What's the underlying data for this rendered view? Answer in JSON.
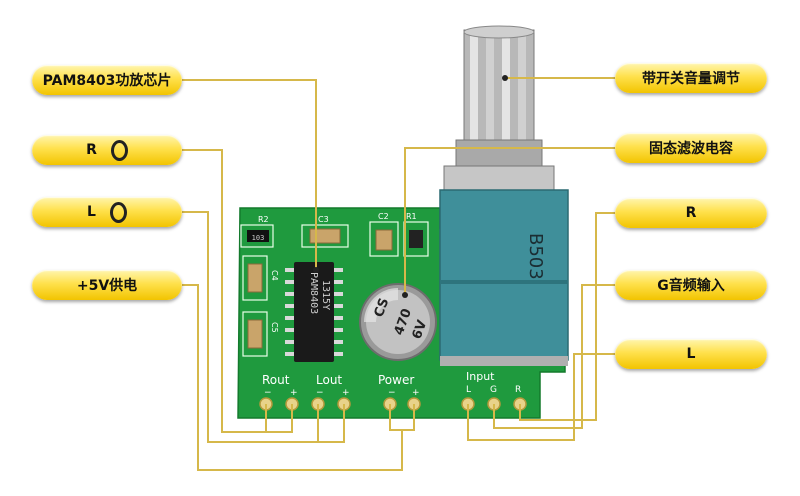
{
  "callouts_left": [
    {
      "label": "PAM8403功放芯片"
    },
    {
      "label": "R",
      "ring": true
    },
    {
      "label": "L",
      "ring": true
    },
    {
      "label": "+5V供电"
    }
  ],
  "callouts_right": [
    {
      "label": "带开关音量调节"
    },
    {
      "label": "固态滤波电容"
    },
    {
      "label": "R"
    },
    {
      "label": "G音频输入"
    },
    {
      "label": "L"
    }
  ],
  "board": {
    "r2": "R2",
    "r2_value": "103",
    "c3": "C3",
    "c2": "C2",
    "r1": "R1",
    "c4": "C4",
    "c5": "C5",
    "chip_line1": "PAM8403",
    "chip_line2": "1315Y",
    "cap_brand": "CS",
    "cap_value": "470",
    "cap_voltage": "6V",
    "pot_code": "B503",
    "rout": "Rout",
    "lout": "Lout",
    "power": "Power",
    "input": "Input",
    "input_l": "L",
    "input_g": "G",
    "input_r": "R",
    "minus": "−",
    "plus": "+"
  },
  "colors": {
    "pcb": "#1f9a3e",
    "pill": "#ffe14d",
    "wire": "#d6b84a",
    "pot_body": "#3f8f9a"
  }
}
